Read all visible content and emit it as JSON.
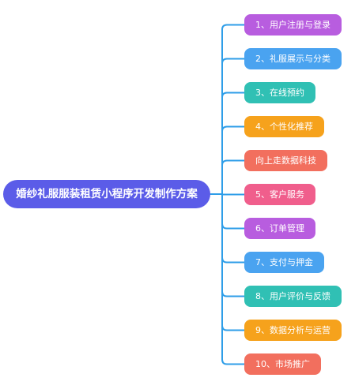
{
  "root": {
    "label": "婚纱礼服服装租赁小程序开发制作方案"
  },
  "branches": [
    {
      "label": "1、用户注册与登录",
      "color": "#b85ddf"
    },
    {
      "label": "2、礼服展示与分类",
      "color": "#4aa3f0"
    },
    {
      "label": "3、在线预约",
      "color": "#30c0b4"
    },
    {
      "label": "4、个性化推荐",
      "color": "#f6a21c"
    },
    {
      "label": "向上走数据科技",
      "color": "#f26f5e"
    },
    {
      "label": "5、客户服务",
      "color": "#f05e8c"
    },
    {
      "label": "6、订单管理",
      "color": "#b85ddf"
    },
    {
      "label": "7、支付与押金",
      "color": "#4aa3f0"
    },
    {
      "label": "8、用户评价与反馈",
      "color": "#30c0b4"
    },
    {
      "label": "9、数据分析与运营",
      "color": "#f6a21c"
    },
    {
      "label": "10、市场推广",
      "color": "#f26f5e"
    }
  ],
  "connector_color": "#2f9ee8"
}
